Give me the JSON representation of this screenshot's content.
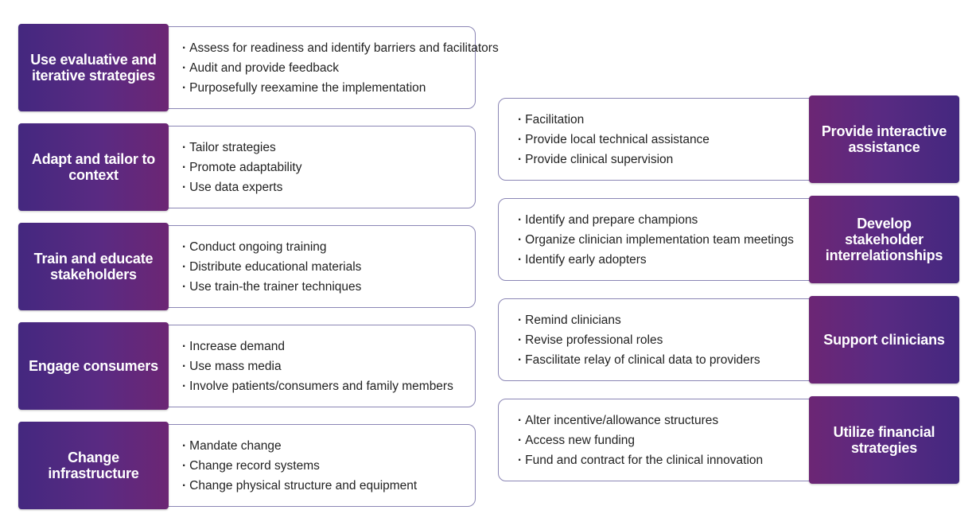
{
  "left_strategies": [
    {
      "title": "Use evaluative and iterative strategies",
      "items": [
        "Assess for readiness and identify barriers and facilitators",
        "Audit and provide feedback",
        "Purposefully reexamine the implementation"
      ]
    },
    {
      "title": "Adapt and tailor to context",
      "items": [
        "Tailor strategies",
        "Promote adaptability",
        "Use data experts"
      ]
    },
    {
      "title": "Train and educate stakeholders",
      "items": [
        "Conduct ongoing training",
        "Distribute educational materials",
        "Use train-the trainer techniques"
      ]
    },
    {
      "title": "Engage consumers",
      "items": [
        "Increase demand",
        "Use mass media",
        "Involve patients/consumers and family members"
      ]
    },
    {
      "title": "Change infrastructure",
      "items": [
        "Mandate change",
        "Change record systems",
        "Change physical structure and equipment"
      ]
    }
  ],
  "right_strategies": [
    {
      "title": "Provide interactive assistance",
      "items": [
        "Facilitation",
        "Provide local technical assistance",
        "Provide clinical supervision"
      ]
    },
    {
      "title": "Develop stakeholder interrelationships",
      "items": [
        "Identify and prepare champions",
        "Organize clinician implementation team meetings",
        "Identify early adopters"
      ]
    },
    {
      "title": "Support clinicians",
      "items": [
        "Remind clinicians",
        "Revise professional roles",
        "Fascilitate relay of clinical data to providers"
      ]
    },
    {
      "title": "Utilize financial strategies",
      "items": [
        "Alter incentive/allowance structures",
        "Access new funding",
        "Fund and contract for the clinical innovation"
      ]
    }
  ],
  "colors": {
    "purple_dark": "#44287f",
    "purple_mid": "#5a2a82",
    "magenta": "#6c2674",
    "border": "#8b86b5"
  }
}
